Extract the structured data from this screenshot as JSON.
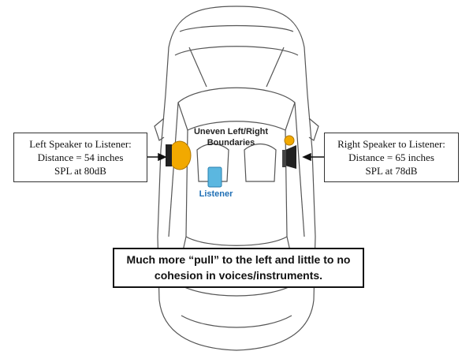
{
  "labels": {
    "boundaries": [
      "Uneven Left/Right",
      "Boundaries"
    ],
    "listener": "Listener"
  },
  "left_callout": {
    "lines": [
      "Left Speaker to Listener:",
      "Distance = 54 inches",
      "SPL at 80dB"
    ]
  },
  "right_callout": {
    "lines": [
      "Right Speaker to Listener:",
      "Distance = 65 inches",
      "SPL at 78dB"
    ]
  },
  "summary": {
    "lines": [
      "Much more “pull” to the left and little to no",
      "cohesion in voices/instruments."
    ]
  },
  "colors": {
    "speaker": "#f2a900",
    "listener_fill": "#5bb7e0",
    "listener_text": "#1f6fb5",
    "outline": "#333333"
  }
}
